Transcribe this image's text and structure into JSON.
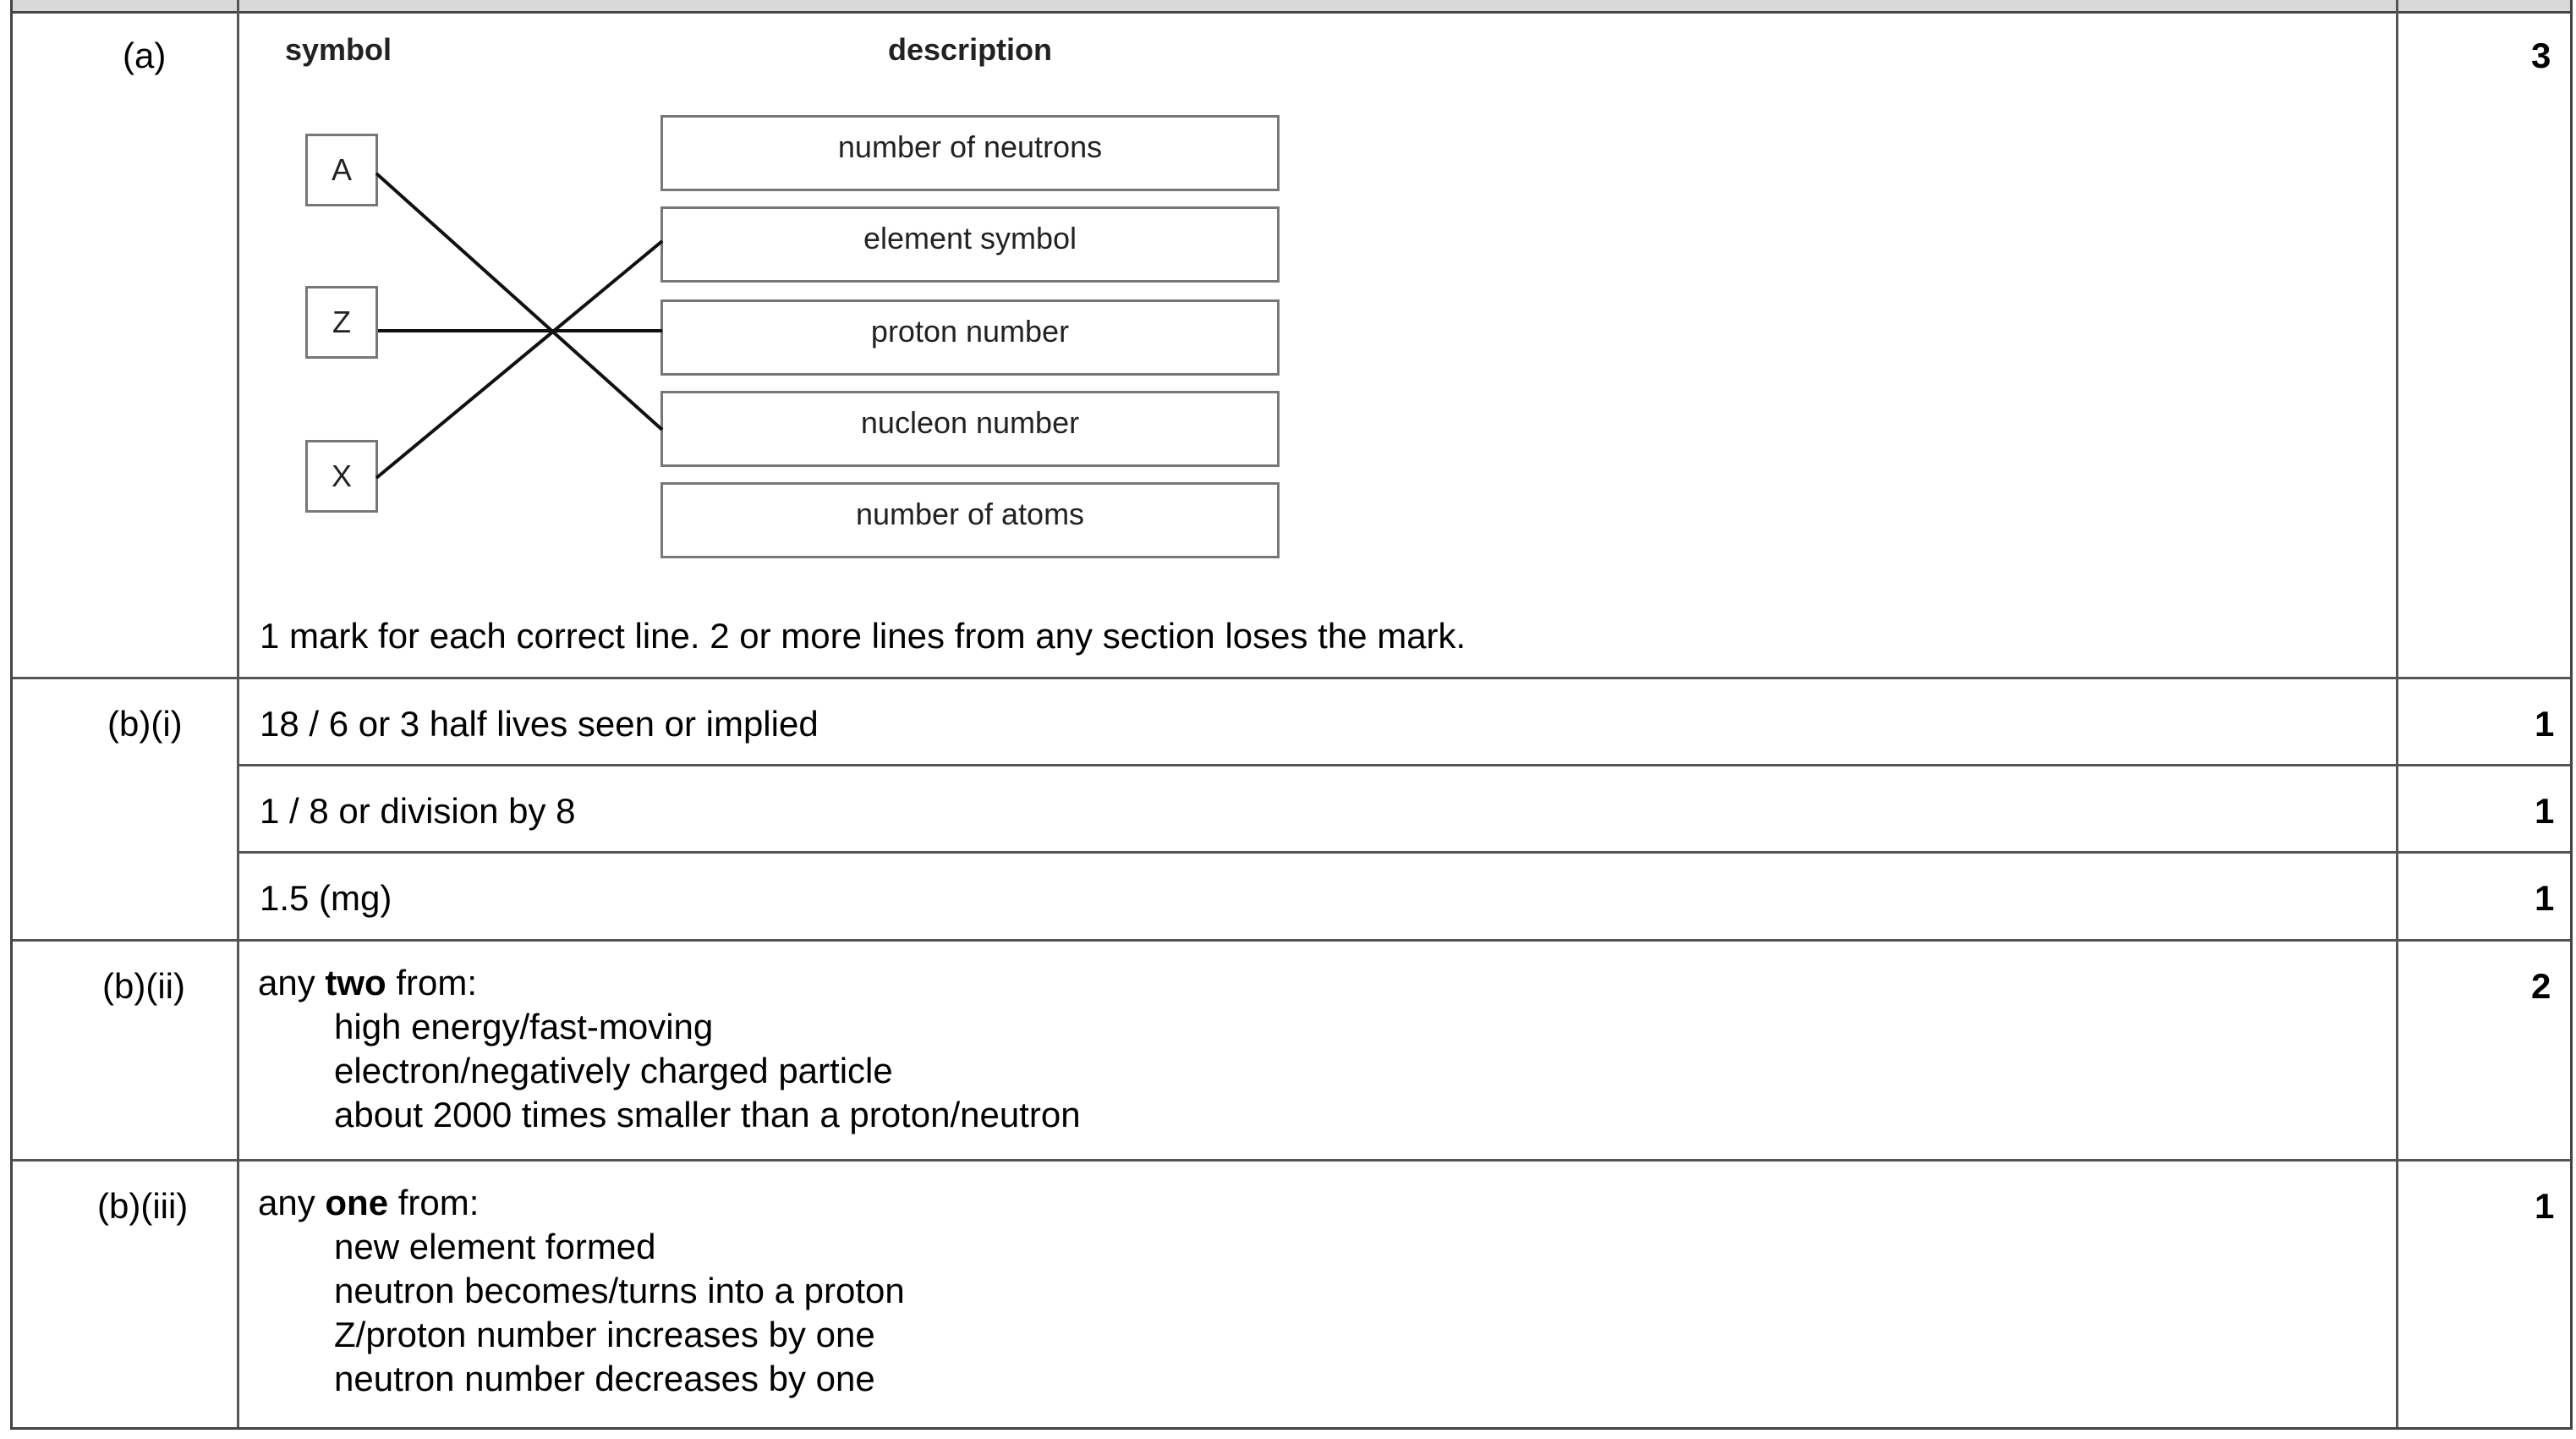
{
  "rows": [
    {
      "label": "(a)",
      "mark": "3",
      "diagram": {
        "symbol_header": "symbol",
        "description_header": "description",
        "symbols": [
          "A",
          "Z",
          "X"
        ],
        "descriptions": [
          "number of neutrons",
          "element symbol",
          "proton number",
          "nucleon number",
          "number of atoms"
        ],
        "connections": [
          [
            "A",
            "nucleon number"
          ],
          [
            "Z",
            "proton number"
          ],
          [
            "X",
            "element symbol"
          ]
        ]
      },
      "note": "1 mark for each correct line. 2 or more lines from any section loses the mark."
    },
    {
      "label": "(b)(i)",
      "parts": [
        {
          "text": "18 / 6 or 3 half lives seen or implied",
          "mark": "1"
        },
        {
          "text": "1 / 8 or division by 8",
          "mark": "1"
        },
        {
          "text": "1.5 (mg)",
          "mark": "1"
        }
      ]
    },
    {
      "label": "(b)(ii)",
      "mark": "2",
      "intro_pre": "any ",
      "intro_bold": "two",
      "intro_post": " from:",
      "items": [
        "high energy/fast-moving",
        "electron/negatively charged particle",
        "about 2000 times smaller than a proton/neutron"
      ]
    },
    {
      "label": "(b)(iii)",
      "mark": "1",
      "intro_pre": "any ",
      "intro_bold": "one",
      "intro_post": " from:",
      "items": [
        "new element formed",
        "neutron becomes/turns into a proton",
        "Z/proton number increases by one",
        "neutron number decreases by one"
      ]
    }
  ]
}
